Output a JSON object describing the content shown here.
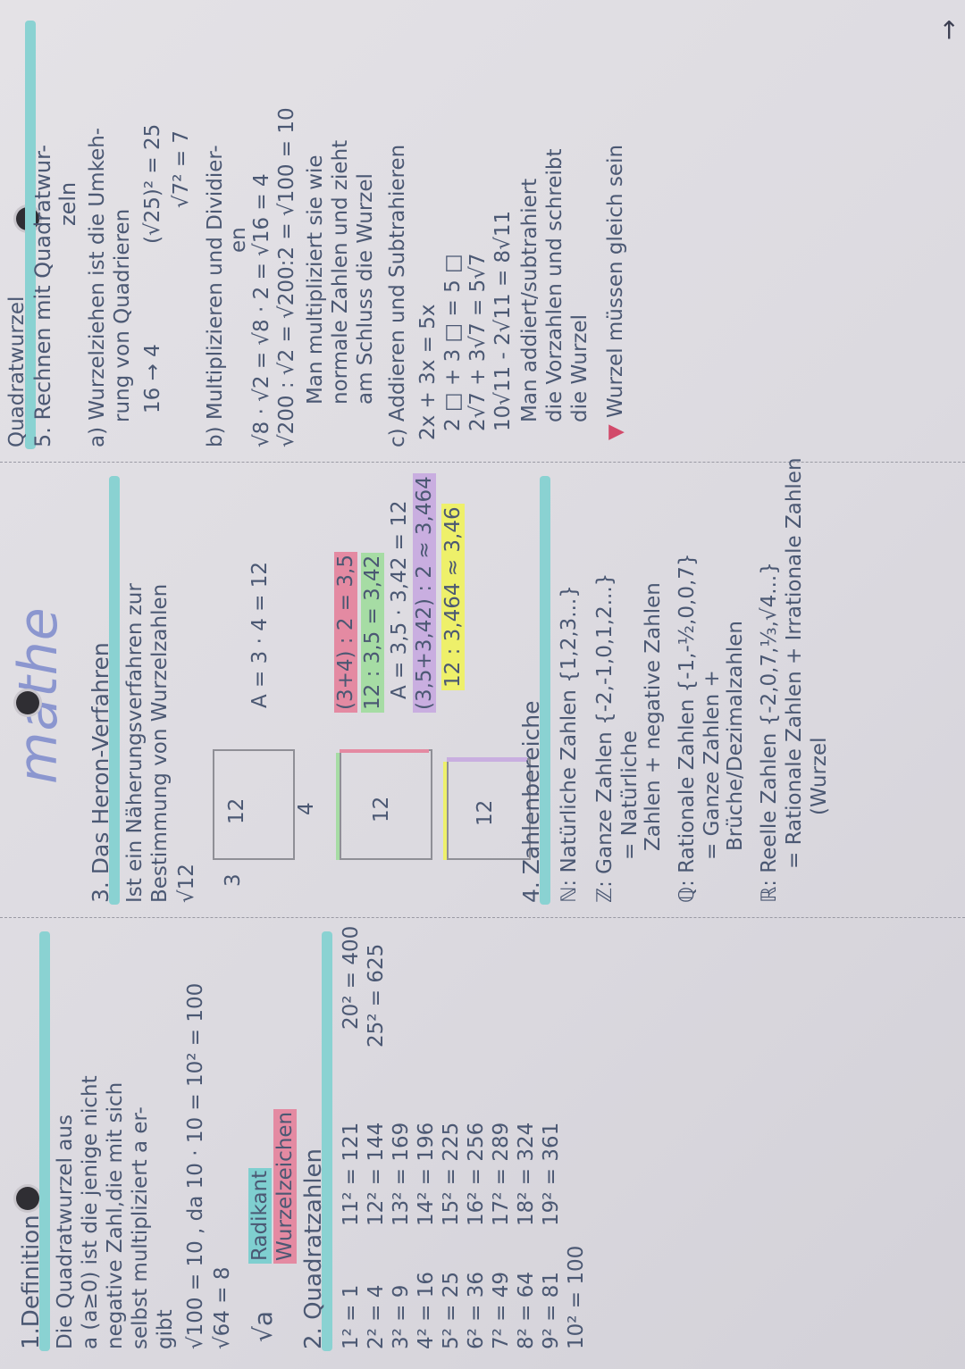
{
  "title": "mathe",
  "col1": {
    "h1": "1.Definition",
    "def": [
      "Die Quadratwurzel aus",
      "a (a≥0) ist die jenige nicht",
      "negative Zahl,die mit sich",
      "selbst multipliziert a er-",
      "gibt"
    ],
    "ex1": "√100 = 10   , da  10 · 10 = 10² = 100",
    "ex2": "√64 = 8",
    "sym": "√a",
    "radikant": "Radikant",
    "wurzelzeichen": "Wurzelzeichen",
    "h2": "2. Quadratzahlen",
    "squares": [
      [
        "1² = 1",
        "11² = 121",
        "20² = 400"
      ],
      [
        "2² = 4",
        "12² = 144",
        "25² = 625"
      ],
      [
        "3² = 9",
        "13² = 169",
        ""
      ],
      [
        "4² = 16",
        "14² = 196",
        ""
      ],
      [
        "5² = 25",
        "15² = 225",
        ""
      ],
      [
        "6² = 36",
        "16² = 256",
        ""
      ],
      [
        "7² = 49",
        "17² = 289",
        ""
      ],
      [
        "8² = 64",
        "18² = 324",
        ""
      ],
      [
        "9² = 81",
        "19² = 361",
        ""
      ],
      [
        "10² = 100",
        "",
        ""
      ]
    ]
  },
  "col2": {
    "h3": "3. Das Heron-Verfahren",
    "intro": [
      "Ist ein Näherungsverfahren zur",
      "Bestimmung von Wurzelzahlen"
    ],
    "root": "√12",
    "box1_side": "3",
    "box1_area": "12",
    "box1_bottom": "4",
    "box1_formula": "A = 3 · 4 = 12",
    "box2_area": "12",
    "step1": "(3+4) : 2 = 3,5",
    "step2": "12 : 3,5 = 3,42",
    "step3": "A = 3,5 · 3,42 = 12",
    "step4": "(3,5+3,42) : 2 ≈ 3,464",
    "box3_area": "12",
    "step5": "12 : 3,464 ≈ 3,46",
    "h4": "4. Zahlenbereiche",
    "N": "ℕ: Natürliche Zahlen {1,2,3...}",
    "Z1": "ℤ: Ganze Zahlen {-2,-1,0,1,2...}",
    "Z2": "= Natürliche",
    "Z3": "Zahlen + negative Zahlen",
    "Q1": "ℚ: Rationale Zahlen {-1,-½,0,0,7}",
    "Q2": "= Ganze Zahlen +",
    "Q3": "Brüche/Dezimalzahlen",
    "R1": "ℝ: Reelle Zahlen {-2,0,7,⅓,√4...}",
    "R2": "= Rationale Zahlen + Irrationale Zahlen",
    "R3": "(Wurzel"
  },
  "col3": {
    "h5a": "5. Rechnen mit Quadratwur-",
    "h5top": "Quadratwurzel",
    "h5b": "zeln",
    "a1": "a) Wurzelziehen ist die Umkeh-",
    "a2": "rung von Quadrieren",
    "a_ex1": "16 → 4",
    "a_ex2": "(√25)² = 25",
    "a_ex3": "√7² = 7",
    "b1": "b) Multiplizieren und Dividier-",
    "b1b": "en",
    "b_ex1": "√8 · √2 = √8 · 2 = √16 = 4",
    "b_ex2": "√200 : √2 = √200:2 = √100 = 10",
    "b_t1": "Man multipliziert sie wie",
    "b_t2": "normale Zahlen und zieht",
    "b_t3": "am Schluss die Wurzel",
    "c1": "c) Addieren und Subtrahieren",
    "c_ex1": "2x + 3x = 5x",
    "c_ex2": "2 □ + 3 □ = 5 □",
    "c_ex3": "2√7 + 3√7 = 5√7",
    "c_ex4": "10√11 - 2√11 = 8√11",
    "c_t1": "Man addiert/subtrahiert",
    "c_t2": "die Vorzahlen und schreibt",
    "c_t3": "die Wurzel",
    "c_warn": "Wurzel müssen gleich sein",
    "next": "→"
  }
}
